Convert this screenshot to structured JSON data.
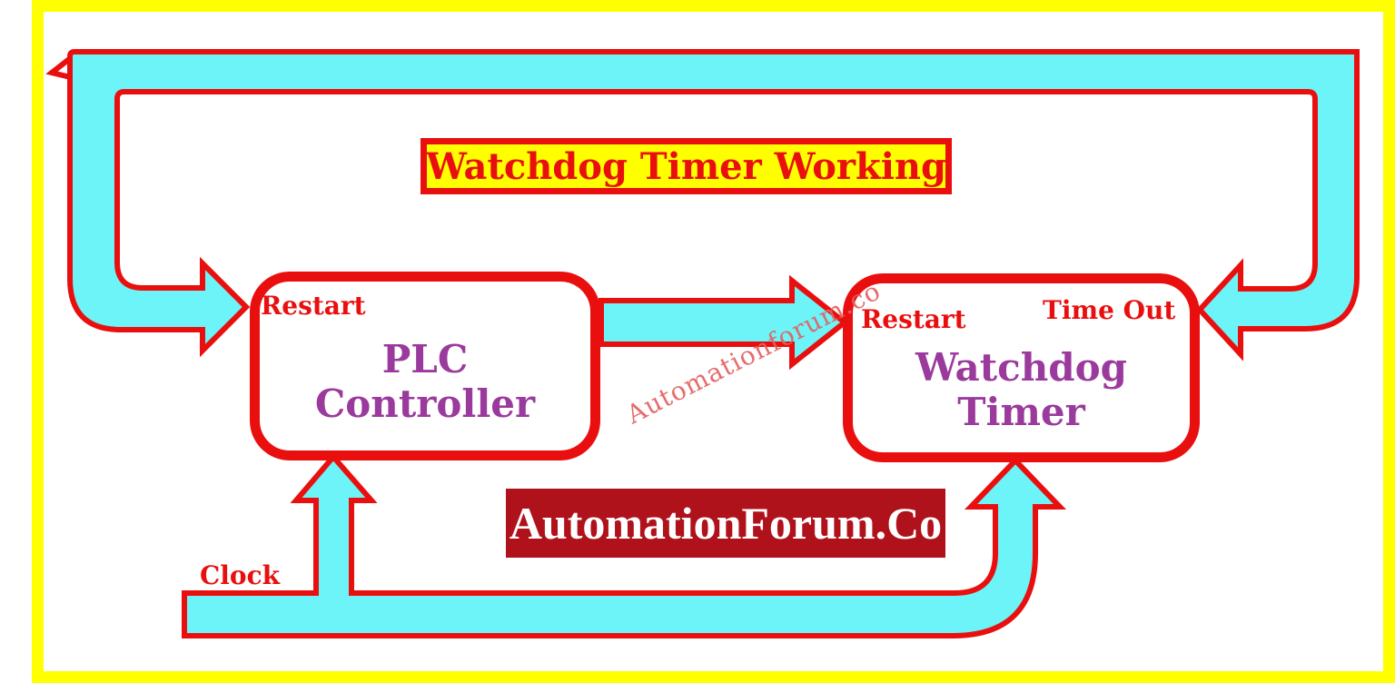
{
  "diagram": {
    "title": "Watchdog Timer Working"
  },
  "blocks": {
    "plc": {
      "line1": "PLC",
      "line2": "Controller",
      "port_restart": "Restart"
    },
    "watchdog": {
      "line1": "Watchdog",
      "line2": "Timer",
      "port_restart": "Restart",
      "port_timeout": "Time Out"
    }
  },
  "labels": {
    "clock": "Clock"
  },
  "watermark": {
    "text": "Automationforum.co",
    "color": "#e46060"
  },
  "logo": {
    "text": "AutomationForum.Co",
    "bg": "#b0121b",
    "color": "#ffffff"
  },
  "colors": {
    "frame_yellow": "#ffff00",
    "outline_red": "#ea0f0f",
    "arrow_fill_cyan": "#6cf4f8",
    "block_text_purple": "#9b3a9d",
    "title_bg_yellow": "#ffff00"
  },
  "arrows": [
    {
      "name": "timeout-restart-loop",
      "description": "loop band between Watchdog Timer Time Out side and PLC Controller Restart side, arrowheads at both ends"
    },
    {
      "name": "plc-to-watchdog",
      "description": "horizontal arrow from PLC Controller to Watchdog Timer Restart side"
    },
    {
      "name": "clock-signal",
      "description": "Clock line branching up into PLC Controller and Watchdog Timer"
    }
  ]
}
